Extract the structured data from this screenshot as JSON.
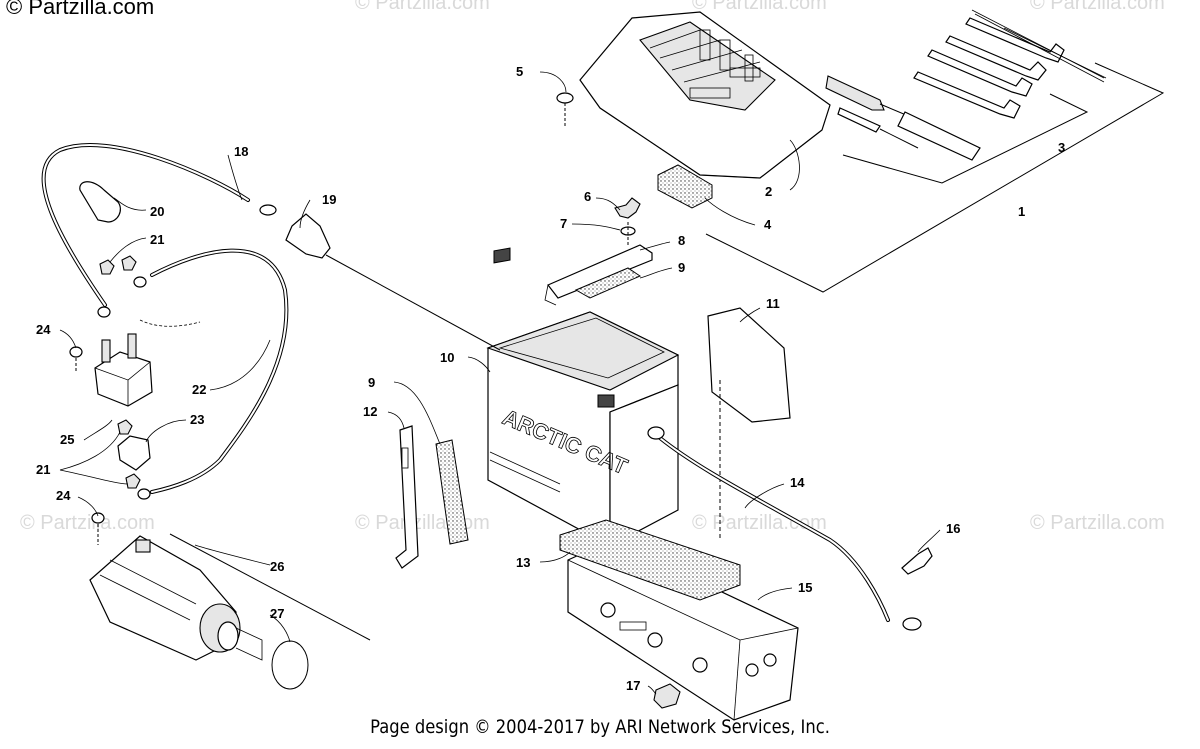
{
  "watermark": {
    "corner": "© Partzilla.com",
    "repeat": "© Partzilla.com"
  },
  "footer": "Page design © 2004-2017 by ARI Network Services, Inc.",
  "callouts": [
    "1",
    "2",
    "3",
    "4",
    "5",
    "6",
    "7",
    "8",
    "9",
    "9",
    "10",
    "11",
    "12",
    "13",
    "14",
    "15",
    "16",
    "17",
    "18",
    "19",
    "20",
    "21",
    "21",
    "22",
    "23",
    "24",
    "24",
    "25",
    "26",
    "27"
  ],
  "battery_label": "ARCTIC CAT",
  "colors": {
    "ink": "#000000",
    "watermark": "#d9d9d9",
    "background": "#ffffff"
  }
}
